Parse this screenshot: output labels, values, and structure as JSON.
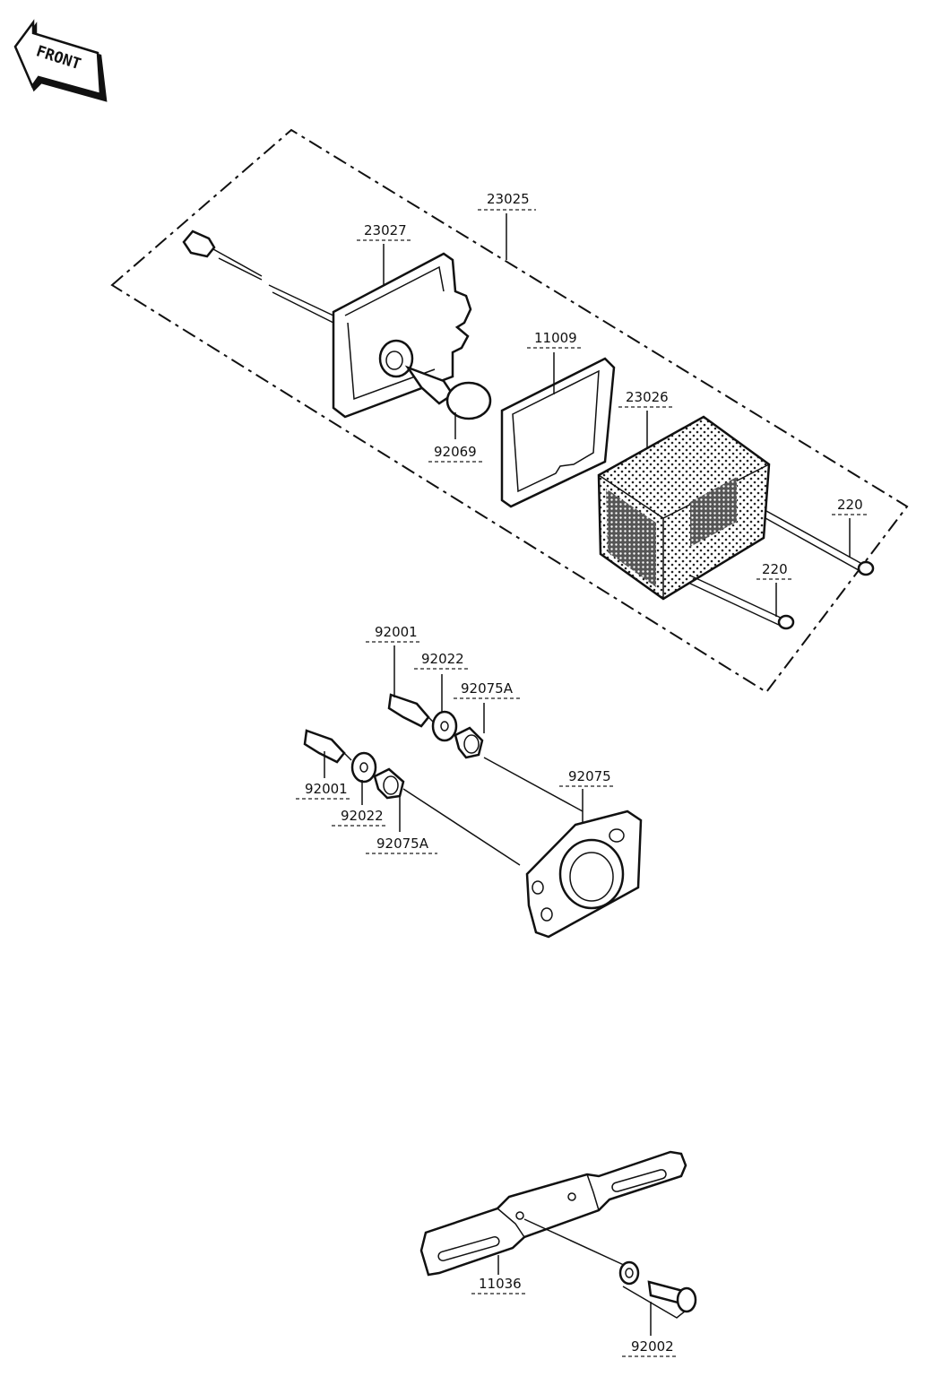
{
  "direction_indicator": {
    "text": "FRONT"
  },
  "callouts": {
    "housing_assembly": "23025",
    "socket_base": "23027",
    "gasket": "11009",
    "bulb": "92069",
    "lens": "23026",
    "screw_upper": "220",
    "screw_lower": "220",
    "bolt_upper": "92001",
    "washer_upper": "92022",
    "grommet_upper": "92075A",
    "mount_plate": "92075",
    "bolt_lower": "92001",
    "washer_lower": "92022",
    "grommet_lower": "92075A",
    "bracket": "11036",
    "bracket_bolt": "92002"
  }
}
